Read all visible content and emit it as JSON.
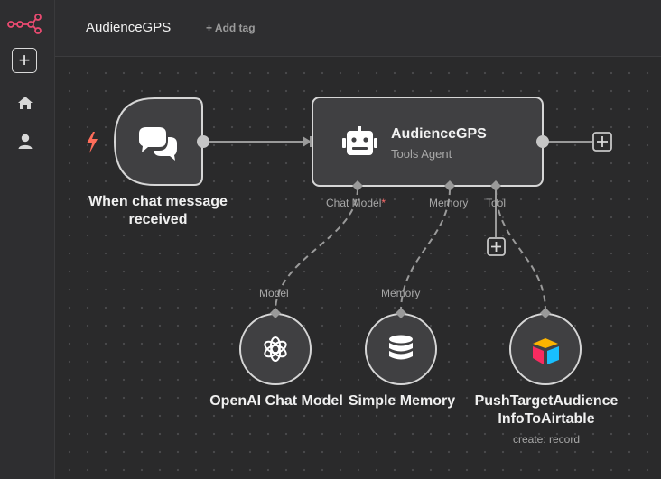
{
  "header": {
    "workflow_title": "AudienceGPS",
    "add_tag_label": "+ Add tag"
  },
  "sidebar": {
    "new_button_label": "+",
    "items": [
      {
        "icon": "home-icon"
      },
      {
        "icon": "user-icon"
      }
    ]
  },
  "nodes": {
    "trigger": {
      "label_line1": "When chat message",
      "label_line2": "received",
      "icon": "chat-bubbles-icon",
      "trigger_icon": "lightning-icon"
    },
    "agent": {
      "title": "AudienceGPS",
      "subtitle": "Tools Agent",
      "icon": "robot-icon",
      "ports": {
        "chat_model": "Chat Model",
        "required_marker": "*",
        "memory": "Memory",
        "tool": "Tool"
      }
    },
    "chat_model": {
      "label": "OpenAI Chat Model",
      "port": "Model",
      "icon": "openai-icon"
    },
    "memory": {
      "label": "Simple Memory",
      "port": "Memory",
      "icon": "database-icon"
    },
    "tool": {
      "label_line1": "PushTargetAudience",
      "label_line2": "InfoToAirtable",
      "subtitle": "create: record",
      "icon": "airtable-icon"
    }
  },
  "colors": {
    "canvas": "#2a2a2b",
    "node_fill": "#404042",
    "node_border": "#d6d6d6",
    "wire": "#9a9a9a",
    "trigger_accent": "#ff6d5a",
    "logo": "#ea4b71"
  }
}
